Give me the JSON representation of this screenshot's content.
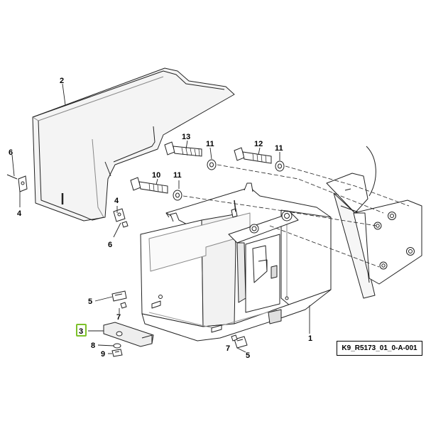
{
  "callouts": {
    "c1": "1",
    "c2": "2",
    "c3": "3",
    "c4a": "4",
    "c4b": "4",
    "c5a": "5",
    "c5b": "5",
    "c6a": "6",
    "c6b": "6",
    "c7a": "7",
    "c7b": "7",
    "c8": "8",
    "c9": "9",
    "c10": "10",
    "c11a": "11",
    "c11b": "11",
    "c11c": "11",
    "c12": "12",
    "c13": "13"
  },
  "reference_code": "K9_R5173_01_0-A-001",
  "colors": {
    "line": "#222222",
    "shade": "#e6e6e6",
    "highlight": "#7dc12a"
  }
}
